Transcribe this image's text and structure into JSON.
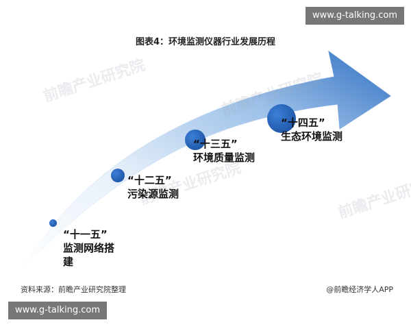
{
  "header": {
    "title": "图表4：环境监测仪器行业发展历程"
  },
  "stages": [
    {
      "period": "“十一五”",
      "desc": "监测网络搭建"
    },
    {
      "period": "“十二五”",
      "desc": "污染源监测"
    },
    {
      "period": "“十三五”",
      "desc": "环境质量监测"
    },
    {
      "period": "“十四五”",
      "desc": "生态环境监测"
    }
  ],
  "footer": {
    "source": "资料来源：前瞻产业研究院整理",
    "credit": "@前瞻经济学人APP"
  },
  "overlays": {
    "url_top": "www.g-talking.com",
    "url_bottom": "www.g-talking.com"
  },
  "watermark": {
    "text": "前瞻产业研究院"
  },
  "colors": {
    "arrow_dark": "#2f6fc2",
    "arrow_light": "#eaf3fb",
    "marker": "#1f5bb0",
    "badge_bg": "#777777"
  }
}
